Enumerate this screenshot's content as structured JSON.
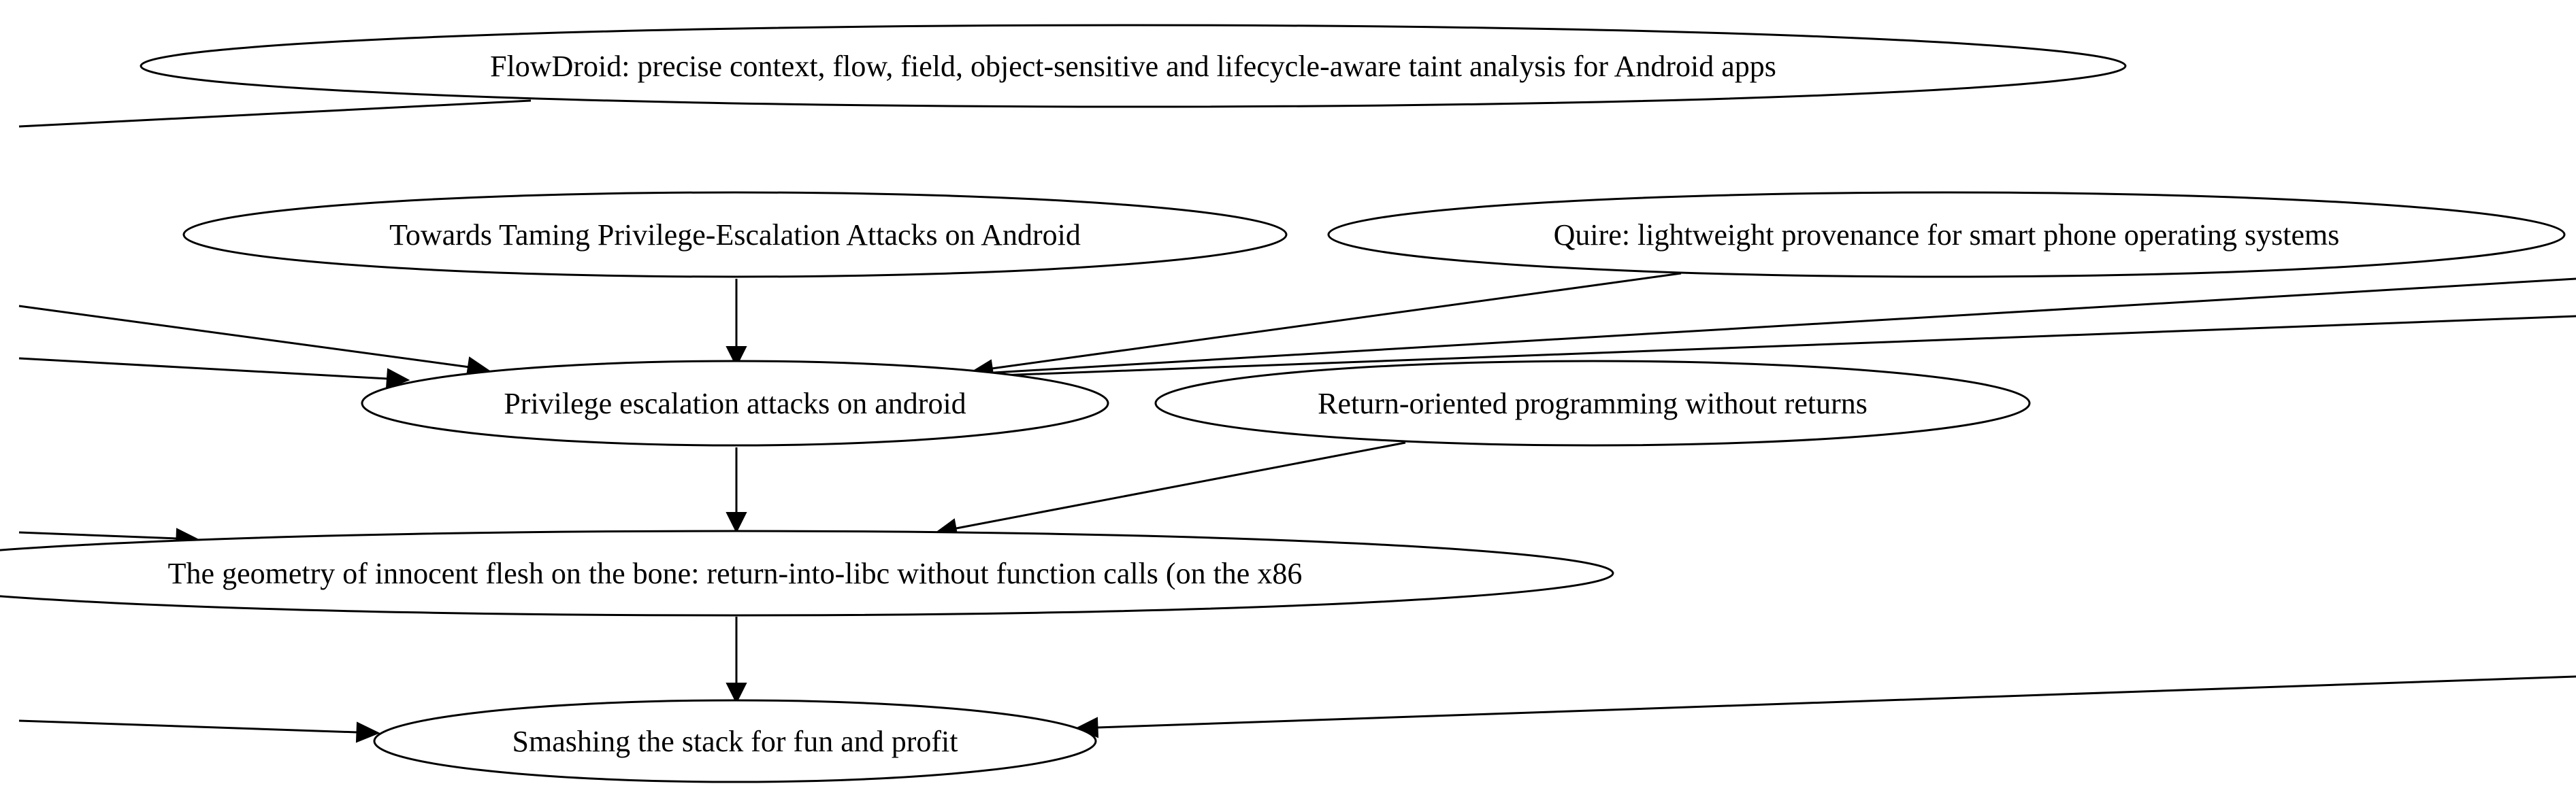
{
  "diagram": {
    "type": "citation-graph",
    "nodes": [
      {
        "id": "flowdroid",
        "label": "FlowDroid: precise context, flow, field, object-sensitive and lifecycle-aware taint analysis for Android apps"
      },
      {
        "id": "taming",
        "label": "Towards Taming Privilege-Escalation Attacks on Android"
      },
      {
        "id": "quire",
        "label": "Quire: lightweight provenance for smart phone operating systems"
      },
      {
        "id": "privesc",
        "label": "Privilege escalation attacks on android"
      },
      {
        "id": "rop",
        "label": "Return-oriented programming without returns"
      },
      {
        "id": "geometry",
        "label": "The geometry of innocent flesh on the bone: return-into-libc without function calls (on the x86"
      },
      {
        "id": "smashing",
        "label": "Smashing the stack for fun and profit"
      }
    ],
    "edges": [
      {
        "from": "taming",
        "to": "privesc"
      },
      {
        "from": "quire",
        "to": "privesc"
      },
      {
        "from": "privesc",
        "to": "geometry"
      },
      {
        "from": "rop",
        "to": "geometry"
      },
      {
        "from": "geometry",
        "to": "smashing"
      }
    ]
  }
}
